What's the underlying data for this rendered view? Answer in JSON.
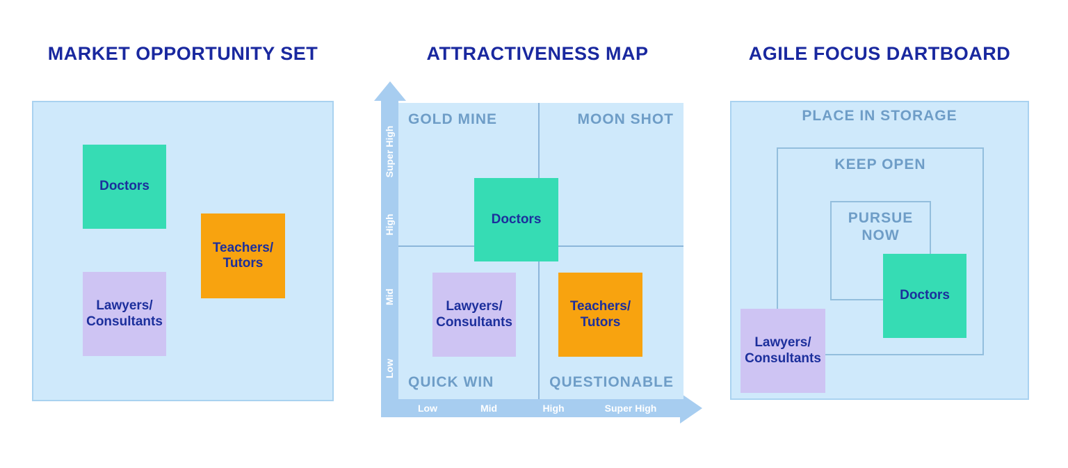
{
  "market_opportunity_set": {
    "title": "MARKET OPPORTUNITY SET",
    "notes": {
      "doctors": {
        "label": "Doctors",
        "color": "#36dcb4"
      },
      "teachers": {
        "line1": "Teachers/",
        "line2": "Tutors",
        "color": "#f8a30f"
      },
      "lawyers": {
        "line1": "Lawyers/",
        "line2": "Consultants",
        "color": "#cec4f3"
      }
    }
  },
  "attractiveness_map": {
    "title": "ATTRACTIVENESS MAP",
    "quadrants": {
      "top_left": "GOLD MINE",
      "top_right": "MOON SHOT",
      "bottom_left": "QUICK WIN",
      "bottom_right": "QUESTIONABLE"
    },
    "y_axis": {
      "labels": [
        "Super High",
        "High",
        "Mid",
        "Low"
      ]
    },
    "x_axis": {
      "labels": [
        "Low",
        "Mid",
        "High",
        "Super High"
      ]
    },
    "notes": {
      "doctors": {
        "label": "Doctors",
        "color": "#36dcb4"
      },
      "lawyers": {
        "line1": "Lawyers/",
        "line2": "Consultants",
        "color": "#cec4f3"
      },
      "teachers": {
        "line1": "Teachers/",
        "line2": "Tutors",
        "color": "#f8a30f"
      }
    }
  },
  "agile_focus_dartboard": {
    "title": "AGILE FOCUS DARTBOARD",
    "zones": {
      "outer": "PLACE IN STORAGE",
      "middle": "KEEP OPEN",
      "inner_line1": "PURSUE",
      "inner_line2": "NOW"
    },
    "notes": {
      "doctors": {
        "label": "Doctors",
        "color": "#36dcb4"
      },
      "lawyers": {
        "line1": "Lawyers/",
        "line2": "Consultants",
        "color": "#cec4f3"
      }
    }
  },
  "colors": {
    "background": "#ffffff",
    "panel_fill": "#cfe9fb",
    "panel_border": "#a9d2f0",
    "axis_bar": "#a7cdf0",
    "divider_line": "#8cb6da",
    "ring_border": "#93bedd",
    "zone_label_text": "#6e9dc7",
    "title_text": "#19289f",
    "note_text": "#1c2f9c",
    "note_teal": "#36dcb4",
    "note_orange": "#f8a30f",
    "note_purple": "#cec4f3"
  }
}
